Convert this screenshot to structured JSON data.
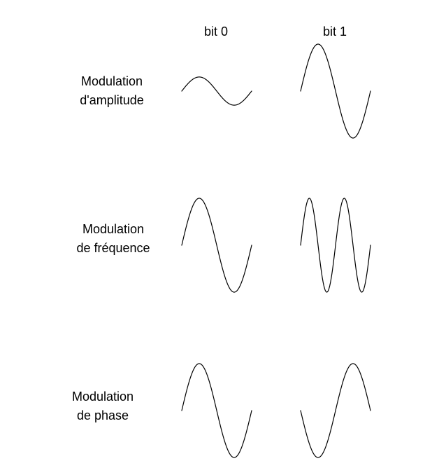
{
  "columns": [
    {
      "label": "bit  0"
    },
    {
      "label": "bit  1"
    }
  ],
  "rows": [
    {
      "label_line1": "Modulation",
      "label_line2": "d'amplitude"
    },
    {
      "label_line1": "Modulation",
      "label_line2": "de fréquence"
    },
    {
      "label_line1": "Modulation",
      "label_line2": "de phase"
    }
  ],
  "waves": [
    {
      "row": 0,
      "col": 0,
      "amplitude": 0.3,
      "cycles": 1,
      "phase": 0
    },
    {
      "row": 0,
      "col": 1,
      "amplitude": 1.0,
      "cycles": 1,
      "phase": 0
    },
    {
      "row": 1,
      "col": 0,
      "amplitude": 1.0,
      "cycles": 1,
      "phase": 0
    },
    {
      "row": 1,
      "col": 1,
      "amplitude": 1.0,
      "cycles": 2,
      "phase": 0
    },
    {
      "row": 2,
      "col": 0,
      "amplitude": 1.0,
      "cycles": 1,
      "phase": 0
    },
    {
      "row": 2,
      "col": 1,
      "amplitude": 1.0,
      "cycles": 1,
      "phase": 180
    }
  ]
}
